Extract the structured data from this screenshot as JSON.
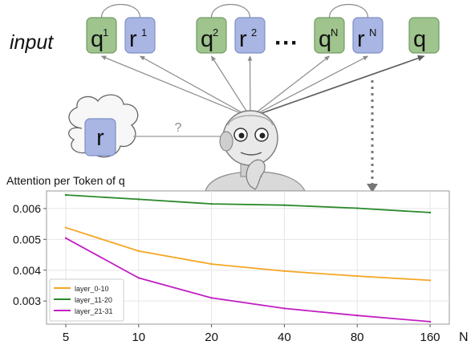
{
  "diagram": {
    "input_label": "input",
    "tokens": [
      {
        "kind": "q",
        "base": "q",
        "sup": "1"
      },
      {
        "kind": "r",
        "base": "r",
        "sup": "1"
      },
      {
        "kind": "q",
        "base": "q",
        "sup": "2"
      },
      {
        "kind": "r",
        "base": "r",
        "sup": "2"
      },
      {
        "kind": "q",
        "base": "q",
        "sup": "N"
      },
      {
        "kind": "r",
        "base": "r",
        "sup": "N"
      },
      {
        "kind": "q",
        "base": "q",
        "sup": ""
      }
    ],
    "ellipsis": "···",
    "cloud_token": "r",
    "question_mark": "?",
    "robot_icon": "thinking-robot-icon",
    "colors": {
      "q_fill": "#9fc48e",
      "q_stroke": "#739a63",
      "r_fill": "#a9b6e3",
      "r_stroke": "#7f8ec4",
      "arrow": "#8a8a8a",
      "arrow_dark": "#5a5a5a"
    }
  },
  "chart_data": {
    "type": "line",
    "title": "Attention per Token of q",
    "xlabel": "N",
    "ylabel": "",
    "x_scale": "log",
    "categories": [
      "5",
      "10",
      "20",
      "40",
      "80",
      "160"
    ],
    "x": [
      5,
      10,
      20,
      40,
      80,
      160
    ],
    "ylim": [
      0.00225,
      0.00657
    ],
    "yticks": [
      0.003,
      0.004,
      0.005,
      0.006
    ],
    "ytick_labels": [
      "0.003",
      "0.004",
      "0.005",
      "0.006"
    ],
    "grid": true,
    "legend": "bottom-left",
    "series": [
      {
        "name": "layer_0-10",
        "color": "#f5a623",
        "values": [
          0.00538,
          0.00462,
          0.0042,
          0.00397,
          0.00381,
          0.00367
        ]
      },
      {
        "name": "layer_11-20",
        "color": "#2a8a2a",
        "values": [
          0.00644,
          0.0063,
          0.00615,
          0.00611,
          0.00601,
          0.00587
        ]
      },
      {
        "name": "layer_21-31",
        "color": "#c21fc2",
        "values": [
          0.00504,
          0.00375,
          0.0031,
          0.00276,
          0.00253,
          0.00233
        ]
      }
    ]
  }
}
